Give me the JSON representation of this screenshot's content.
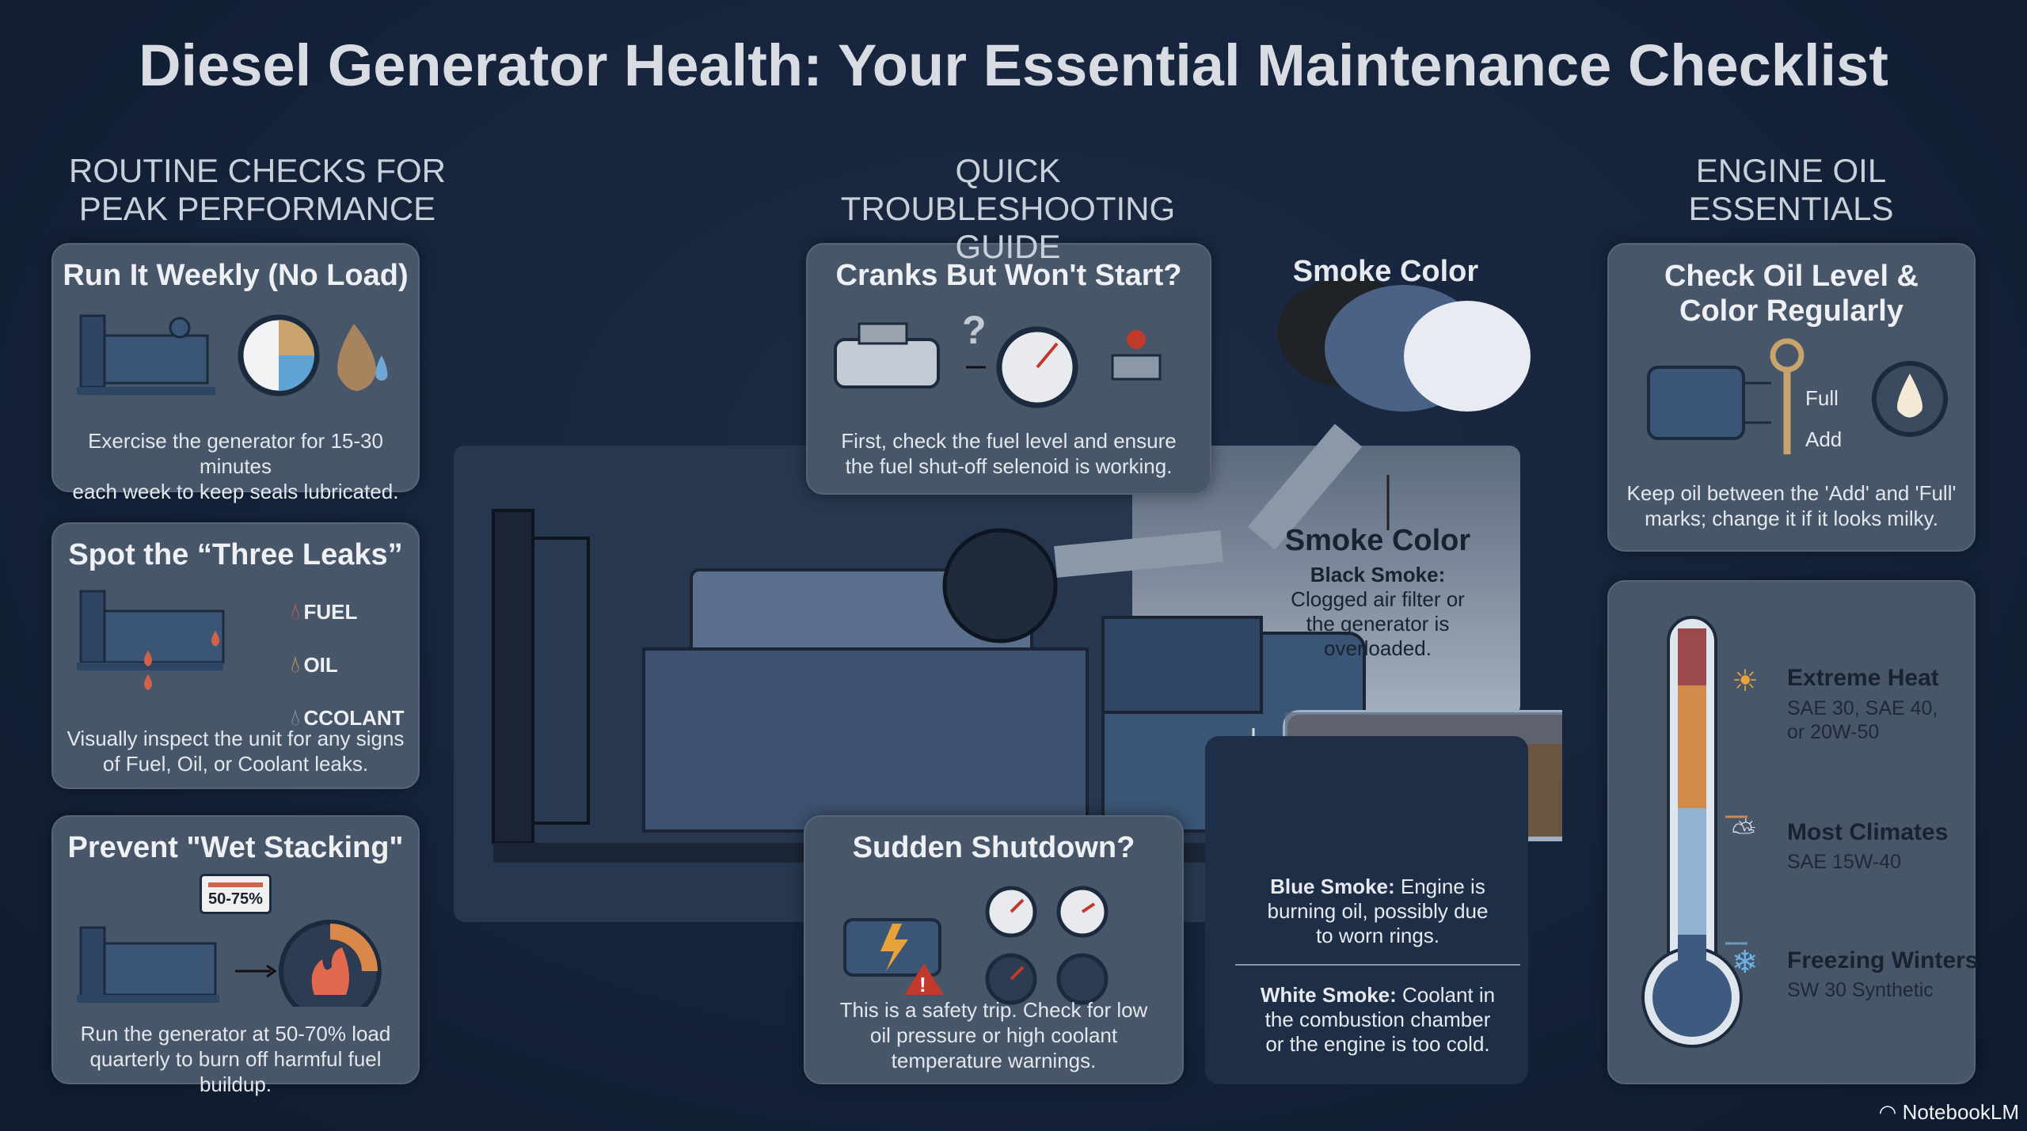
{
  "title": "Diesel Generator Health: Your Essential Maintenance Checklist",
  "routine": {
    "heading_1": "ROUTINE CHECKS FOR",
    "heading_2": "PEAK PERFORMANCE",
    "cards": [
      {
        "title": "Run It Weekly (No Load)",
        "desc_1": "Exercise the generator for 15-30 minutes",
        "desc_2": "each week to keep seals lubricated."
      },
      {
        "title": "Spot the “Three Leaks”",
        "leaks": [
          "FUEL",
          "OIL",
          "CCOLANT"
        ],
        "desc_1": "Visually inspect the unit for any signs",
        "desc_2": "of Fuel, Oil, or Coolant leaks."
      },
      {
        "title": "Prevent \"Wet Stacking\"",
        "badge": "50-75%",
        "desc_1": "Run the generator at 50-70% load",
        "desc_2": "quarterly to burn off harmful fuel buildup."
      }
    ]
  },
  "troubleshooting": {
    "heading_1": "QUICK TROUBLESHOOTING",
    "heading_2": "GUIDE",
    "cranks": {
      "title": "Cranks But Won't Start?",
      "desc_1": "First, check the fuel level and ensure",
      "desc_2": "the fuel shut-off selenoid is working."
    },
    "shutdown": {
      "title": "Sudden Shutdown?",
      "desc_1": "This is a safety trip. Check for low",
      "desc_2": "oil pressure or high coolant",
      "desc_3": "temperature warnings."
    },
    "smoke": {
      "label_top": "Smoke Color",
      "title": "Smoke Color",
      "black_label": "Black Smoke:",
      "black_1": "Clogged air filter or",
      "black_2": "the generator is",
      "black_3": "overloaded.",
      "blue_label": "Blue Smoke:",
      "blue_1": " Engine is",
      "blue_2": "burning oil, possibly due",
      "blue_3": "to worn rings.",
      "white_label": "White Smoke:",
      "white_1": " Coolant in",
      "white_2": "the combustion chamber",
      "white_3": "or the engine is too cold."
    }
  },
  "oil": {
    "heading_1": "ENGINE OIL",
    "heading_2": "ESSENTIALS",
    "check": {
      "title_1": "Check Oil Level &",
      "title_2": "Color Regularly",
      "full": "Full",
      "add": "Add",
      "desc_1": "Keep oil between the 'Add' and 'Full'",
      "desc_2": "marks; change it if it looks milky."
    },
    "grades": [
      {
        "title": "Extreme Heat",
        "line_1": "SAE 30, SAE 40,",
        "line_2": "or 20W-50",
        "icon": "sun-icon"
      },
      {
        "title": "Most Climates",
        "line_1": "SAE 15W-40",
        "icon": "partly-cloudy-icon"
      },
      {
        "title": "Freezing Winters",
        "line_1": "SW 30 Synthetic",
        "icon": "snowflake-icon"
      }
    ]
  },
  "brand": "NotebookLM",
  "colors": {
    "background": "#14223a",
    "card": "#48566a",
    "fuel": "#d0624a",
    "oil": "#d9a55a",
    "coolant": "#7fa7b3"
  }
}
